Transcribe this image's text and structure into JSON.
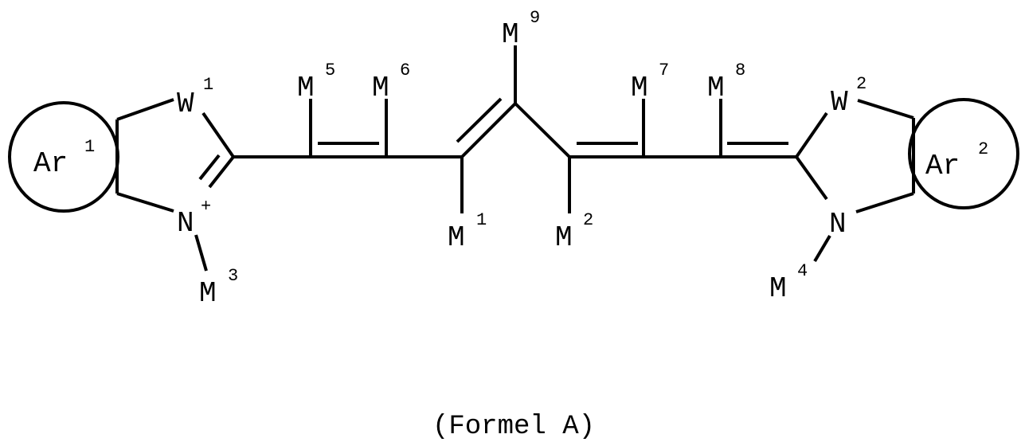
{
  "diagram": {
    "type": "chemical-structure",
    "caption": "(Formel A)",
    "colors": {
      "stroke": "#000000",
      "background": "#ffffff"
    },
    "left_ring": {
      "aromatic": {
        "label": "Ar",
        "sup": "1"
      },
      "w": {
        "label": "W",
        "sup": "1"
      },
      "n": {
        "label": "N",
        "sup": "+"
      },
      "n_substituent": {
        "label": "M",
        "sup": "3"
      }
    },
    "right_ring": {
      "aromatic": {
        "label": "Ar",
        "sup": "2"
      },
      "w": {
        "label": "W",
        "sup": "2"
      },
      "n": {
        "label": "N",
        "sup": ""
      },
      "n_substituent": {
        "label": "M",
        "sup": "4"
      }
    },
    "chain_substituents": [
      {
        "label": "M",
        "sup": "5",
        "position": "up"
      },
      {
        "label": "M",
        "sup": "6",
        "position": "up"
      },
      {
        "label": "M",
        "sup": "1",
        "position": "down"
      },
      {
        "label": "M",
        "sup": "9",
        "position": "up"
      },
      {
        "label": "M",
        "sup": "2",
        "position": "down"
      },
      {
        "label": "M",
        "sup": "7",
        "position": "up"
      },
      {
        "label": "M",
        "sup": "8",
        "position": "up"
      }
    ]
  }
}
